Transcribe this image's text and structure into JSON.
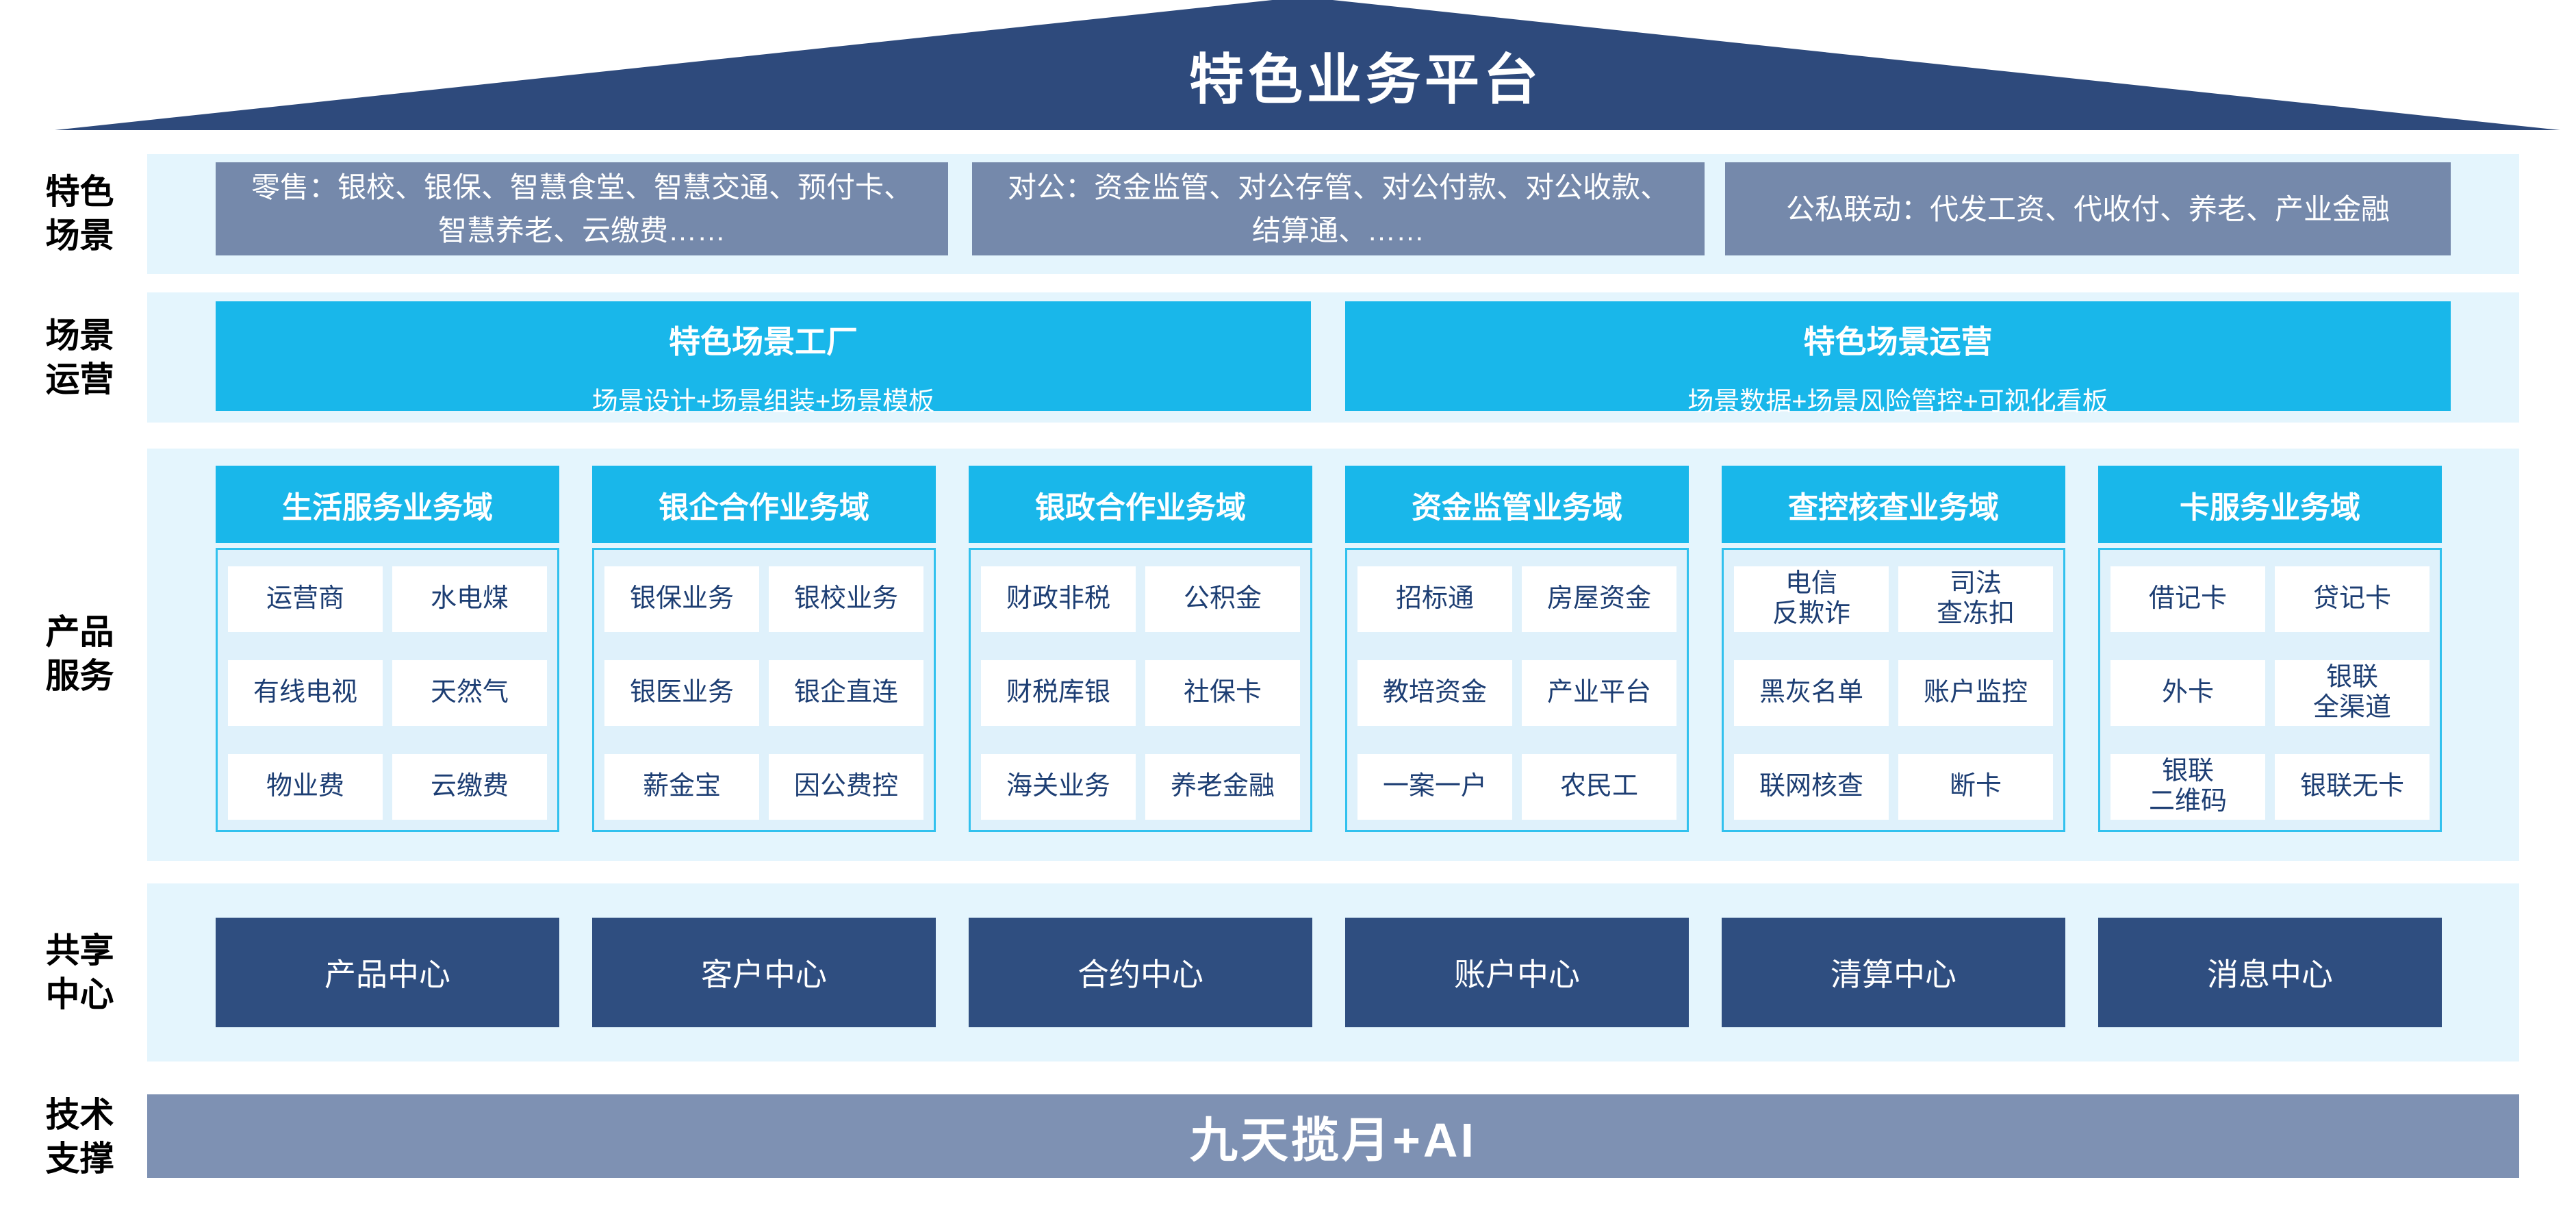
{
  "colors": {
    "navy": "#2e4a7c",
    "navy-box": "#2f4e80",
    "slate": "#7589ab",
    "slate-bar": "#7e91b3",
    "cyan": "#19b7ea",
    "cyan-border": "#31c1ee",
    "band": "#e4f5fd",
    "panel": "#dff1fb",
    "item-text": "#1d3e73"
  },
  "header": {
    "title": "特色业务平台"
  },
  "sections": {
    "scenes": {
      "label": "特色\n场景",
      "boxes": [
        "零售：银校、银保、智慧食堂、智慧交通、预付卡、智慧养老、云缴费……",
        "对公：资金监管、对公存管、对公付款、对公收款、结算通、……",
        "公私联动：代发工资、代收付、养老、产业金融"
      ]
    },
    "operation": {
      "label": "场景\n运营",
      "factory": {
        "title": "特色场景工厂",
        "subtitle": "场景设计+场景组装+场景模板"
      },
      "ops": {
        "title": "特色场景运营",
        "subtitle": "场景数据+场景风险管控+可视化看板"
      }
    },
    "products": {
      "label": "产品\n服务",
      "columns": [
        {
          "header": "生活服务业务域",
          "items": [
            "运营商",
            "水电煤",
            "有线电视",
            "天然气",
            "物业费",
            "云缴费"
          ]
        },
        {
          "header": "银企合作业务域",
          "items": [
            "银保业务",
            "银校业务",
            "银医业务",
            "银企直连",
            "薪金宝",
            "因公费控"
          ]
        },
        {
          "header": "银政合作业务域",
          "items": [
            "财政非税",
            "公积金",
            "财税库银",
            "社保卡",
            "海关业务",
            "养老金融"
          ]
        },
        {
          "header": "资金监管业务域",
          "items": [
            "招标通",
            "房屋资金",
            "教培资金",
            "产业平台",
            "一案一户",
            "农民工"
          ]
        },
        {
          "header": "查控核查业务域",
          "items": [
            "电信\n反欺诈",
            "司法\n查冻扣",
            "黑灰名单",
            "账户监控",
            "联网核查",
            "断卡"
          ]
        },
        {
          "header": "卡服务业务域",
          "items": [
            "借记卡",
            "贷记卡",
            "外卡",
            "银联\n全渠道",
            "银联\n二维码",
            "银联无卡"
          ]
        }
      ]
    },
    "shared": {
      "label": "共享\n中心",
      "centers": [
        "产品中心",
        "客户中心",
        "合约中心",
        "账户中心",
        "清算中心",
        "消息中心"
      ]
    },
    "tech": {
      "label": "技术\n支撑",
      "bar": "九天揽月+AI"
    }
  }
}
